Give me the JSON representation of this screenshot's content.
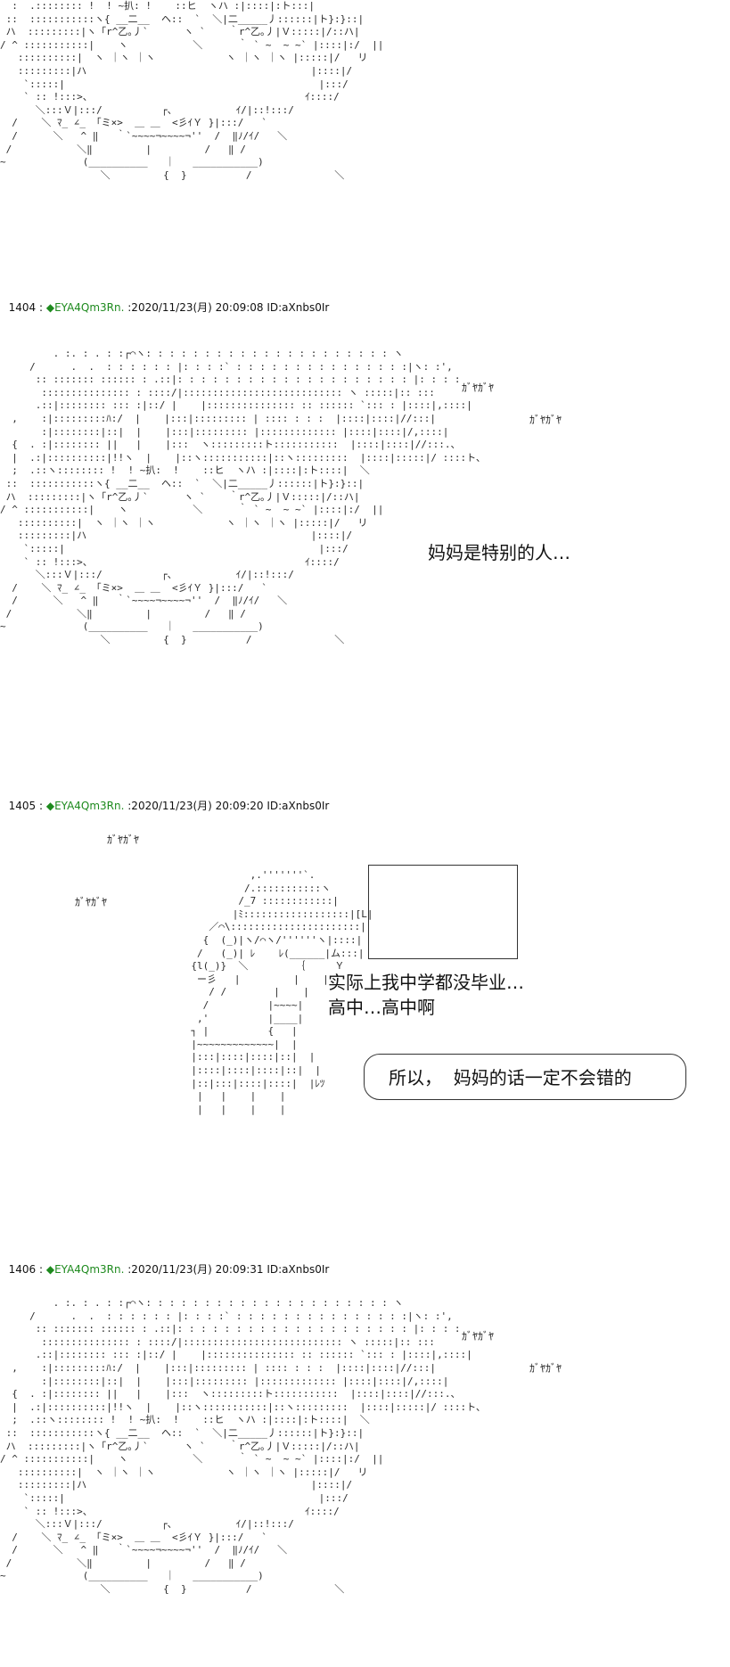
{
  "art_fragment_top": "  :  .:::::::: !  ! ~扒: !    ::ヒ  ヽハ :|::::|:ト:::|\n ::  :::::::::::ヽ{ __二__  ヘ::  `  ＼|二_____丿::::::|ト}:}::|\n ハ  :::::::::|ヽ「r^乙｡丿`      ヽ `    ｀r^乙｡丿|Ｖ:::::|/::ハ|\n/ ^ :::::::::::|    ヽ           ＼      ｀ ` ~  ~ ~` |::::|:/  ||\n   ::::::::::|  ヽ ｜ヽ ｜ヽ            ヽ ｜ヽ ｜ヽ |:::::|/   リ\n   :::::::::|ハ                                      |::::|/\n    `:::::|                                           |:::/\n    ` :: !:::>、                                    ｲ::::/\n      ＼:::Ｖ|:::/          ┌、          ｲ/|::!:::/\n  /    ＼ ﾏ_ ∠_ 「ミ×>  ＿ ＿  <彡ｲＹ }|:::/   `\n  /      ＼   ^ ‖   ｀`~~~~¬~~~~¬''  /  ‖ﾉ/ｲ/   ＼\n /           ＼‖         |         /   ‖ /\n~             (__________   ｜   ___________)\n                 ＼         {  }          /              ＼",
  "art_face": "         . :. : . : :┌⌒ヽ: : : : : : : : : : : : : : : : : : : : : ヽ\n     /      .  .  : : : : : : |: : : :` : : : : : : : : : : : : : : :|ヽ: :',\n      :: ::::::: :::::: : .::|: : : : : : : : : : : : : : : : : : : : |: : : :\n       ::::::::::::::: : ::::/|::::::::::::::::::::::::::: ヽ :::::|:: :::\n      .::|:::::::: ::: :|::/ |    |::::::::::::::: :: :::::: `::: : |::::|,::::|\n  ,    :|:::::::::ﾊ:/  |    |:::|::::::::: | :::: : : :  |::::|::::|//:::|\n       :|::::::::|::|  |    |:::|::::::::: |::::::::::::: |::::|::::|/,::::|\n  {  . :|:::::::: ||   |    |:::  ヽ:::::::::ト:::::::::::  |::::|::::|//:::.、\n  |  .:|::::::::::|!!ヽ  |    |::ヽ:::::::::::|::ヽ:::::::::  |::::|:::::|/ ::::ト、\n  ;  .::ヽ:::::::: !  ! ~扒:  !    ::ヒ  ヽハ :|::::|:ト::::|  ＼\n ::  :::::::::::ヽ{ __二__  ヘ::  `  ＼|二_____丿::::::|ト}:}::|\n ハ  :::::::::|ヽ「r^乙｡丿`      ヽ `    ｀r^乙｡丿|Ｖ:::::|/::ハ|\n/ ^ :::::::::::|    ヽ           ＼      ｀ ` ~  ~ ~` |::::|:/  ||\n   ::::::::::|  ヽ ｜ヽ ｜ヽ            ヽ ｜ヽ ｜ヽ |:::::|/   リ\n   :::::::::|ハ                                      |::::|/\n    `:::::|                                           |:::/\n    ` :: !:::>、                                    ｲ::::/\n      ＼:::Ｖ|:::/          ┌、          ｲ/|::!:::/\n  /    ＼ ﾏ_ ∠_ 「ミ×>  ＿ ＿  <彡ｲＹ }|:::/   `\n  /      ＼   ^ ‖   ｀`~~~~¬~~~~¬''  /  ‖ﾉ/ｲ/   ＼\n /           ＼‖         |         /   ‖ /\n~             (__________   ｜   ___________)\n                 ＼         {  }          /              ＼",
  "art_robot": "                 ,.'''''''`.\n                /.:::::::::::ヽ\n               /_7 ::::::::::::|\n              |ﾐ::::::::::::::::::|[L|\n          ／⌒\\::::::::::::::::::::::|\n         {  (_)|ヽ/⌒ヽ/''''''ヽ|::::|\n        /   (_)| ﾚ    ﾚ(______|ム:::|\n       {l(_)}  ＼        ｛     Ｙ\n        ー彡   |         |    |\n          / /        |    |\n         /          |~~~~|\n        ,'          |____|\n       ┐ |          {   |\n       |~~~~~~~~~~~~~|  |\n       |:::|::::|::::|::|  |\n       |::::|::::|::::|::|  |\n       |::|:::|::::|::::|  |ﾚﾂ\n        |   |    |    |\n        |   |    |    |",
  "post_1404": {
    "num": "1404 : ",
    "name": "◆EYA4Qm3Rn.",
    "rest": " :2020/11/23(月) 20:09:08 ID:aXnbs0Ir"
  },
  "post_1405": {
    "num": "1405 : ",
    "name": "◆EYA4Qm3Rn.",
    "rest": " :2020/11/23(月) 20:09:20 ID:aXnbs0Ir"
  },
  "post_1406": {
    "num": "1406 : ",
    "name": "◆EYA4Qm3Rn.",
    "rest": " :2020/11/23(月) 20:09:31 ID:aXnbs0Ir"
  },
  "sfx": "ｶﾞﾔｶﾞﾔ",
  "line_1404": "妈妈是特别的人…",
  "line_1405_a": "实际上我中学都没毕业…",
  "line_1405_b": "高中…高中啊",
  "bubble_1405": "所以，  妈妈的话一定不会错的",
  "colors": {
    "trip": "#1e8a1e",
    "text": "#111111",
    "background": "#ffffff"
  }
}
